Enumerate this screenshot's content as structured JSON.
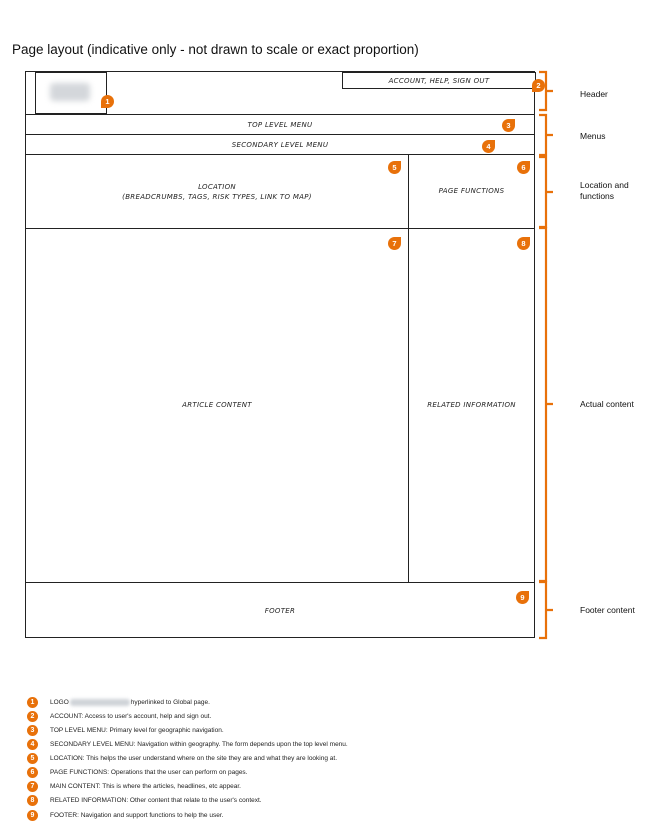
{
  "title": "Page layout (indicative only - not drawn to scale or exact proportion)",
  "wireframe": {
    "account": "ACCOUNT, HELP, SIGN OUT",
    "top_menu": "TOP LEVEL MENU",
    "secondary_menu": "SECONDARY LEVEL MENU",
    "location_line1": "LOCATION",
    "location_line2": "(BREADCRUMBS, TAGS, RISK TYPES, LINK TO MAP)",
    "page_functions": "PAGE FUNCTIONS",
    "article": "ARTICLE CONTENT",
    "related": "RELATED INFORMATION",
    "footer": "FOOTER"
  },
  "badges": [
    "1",
    "2",
    "3",
    "4",
    "5",
    "6",
    "7",
    "8",
    "9"
  ],
  "sections": {
    "header": "Header",
    "menus": "Menus",
    "location": "Location and functions",
    "actual": "Actual content",
    "footer": "Footer content"
  },
  "legend": [
    {
      "num": "1",
      "text_a": "LOGO",
      "text_b": "hyperlinked to Global page."
    },
    {
      "num": "2",
      "text": "ACCOUNT: Access to user's account, help and sign out."
    },
    {
      "num": "3",
      "text": "TOP LEVEL MENU: Primary level for geographic navigation."
    },
    {
      "num": "4",
      "text": "SECONDARY LEVEL MENU: Navigation within geography. The form depends upon the top level menu."
    },
    {
      "num": "5",
      "text": "LOCATION: This helps the user understand where on the site they are and what they are looking at."
    },
    {
      "num": "6",
      "text": "PAGE FUNCTIONS: Operations that the user can perform on pages."
    },
    {
      "num": "7",
      "text": "MAIN CONTENT: This is where the articles, headlines, etc appear."
    },
    {
      "num": "8",
      "text": "RELATED INFORMATION: Other content that relate to the user's context."
    },
    {
      "num": "9",
      "text": "FOOTER: Navigation and support functions to help the user."
    }
  ],
  "accent": "#e8710a"
}
